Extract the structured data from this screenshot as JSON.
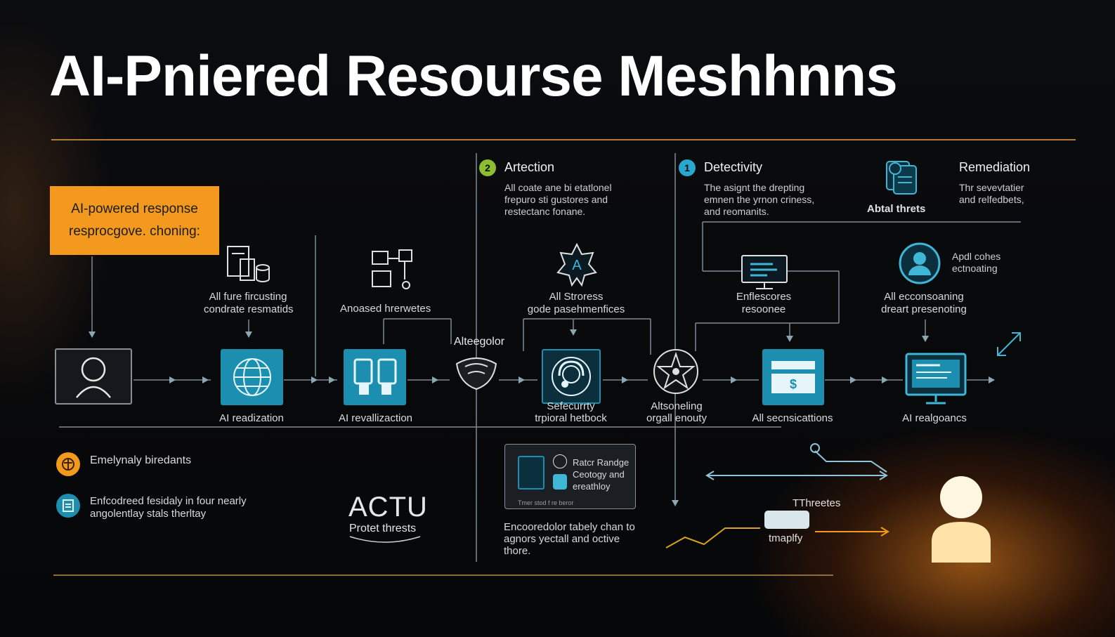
{
  "title": "AI-Pniered Resourse Meshhnns",
  "callout": {
    "line1": "AI-powered response",
    "line2": "resprocgove. choning:"
  },
  "sections": [
    {
      "badge": "2",
      "heading": "Artection",
      "lines": [
        "All coate ane bi etatlonel",
        "frepuro sti gustores and",
        "restectanc fonane."
      ],
      "color": "#8bbf2f"
    },
    {
      "badge": "1",
      "heading": "Detectivity",
      "lines": [
        "The asignt the drepting",
        "emnen the yrnon criness,",
        "and reomanits."
      ],
      "color": "#2aa7cf"
    },
    {
      "heading": "Remediation",
      "lines": [
        "Thr sevevtatier",
        "and relfedbets,"
      ]
    }
  ],
  "annotations": {
    "ai_forecasting": [
      "All fure fircusting",
      "condrate resmatids"
    ],
    "anoased": "Anoased hrerwetes",
    "all_storess": [
      "All Stroress",
      "gode pasehmenfices"
    ],
    "alteegolor": "Alteegolor",
    "enfiescores": [
      "Enflescores",
      "resoonee"
    ],
    "abtal_threts": "Abtal threts",
    "apdl": [
      "Apdl cohes",
      "ectnoating"
    ],
    "all_econsoaning": [
      "All ecconsoaning",
      "dreart presenoting"
    ]
  },
  "flow_labels": [
    "AI readization",
    "AI revallizaction",
    [
      "Sefecurrty",
      "trpioral hetbock"
    ],
    [
      "Altsoneling",
      "orgall enouty"
    ],
    "All secnsicattions",
    "AI realgoancs"
  ],
  "legend": [
    {
      "icon": "orange-circle",
      "color": "#f39a1e",
      "lines": [
        "Emelynaly biredants"
      ]
    },
    {
      "icon": "blue-circle",
      "color": "#1c8fb0",
      "lines": [
        "Enfcodreed fesidaly in four nearly",
        "angolentlay stals therltay"
      ]
    }
  ],
  "logo": {
    "mark": "ACTU",
    "sub": "Protet thrests"
  },
  "card": {
    "lines": [
      "Ratcr Randge",
      "Ceotogy and",
      "ereathloy"
    ],
    "caption": "Tmer stod f  re beror"
  },
  "bottom_text": [
    "Encooredolor tabely chan to",
    "agnors yectall and octive",
    "thore."
  ],
  "threat": {
    "label": "TThreetes",
    "sub": "tmaplfy"
  },
  "colors": {
    "accent": "#f39a1e",
    "teal": "#1c8fb0",
    "rule": "#b27a3c",
    "line": "#7f8a94"
  }
}
